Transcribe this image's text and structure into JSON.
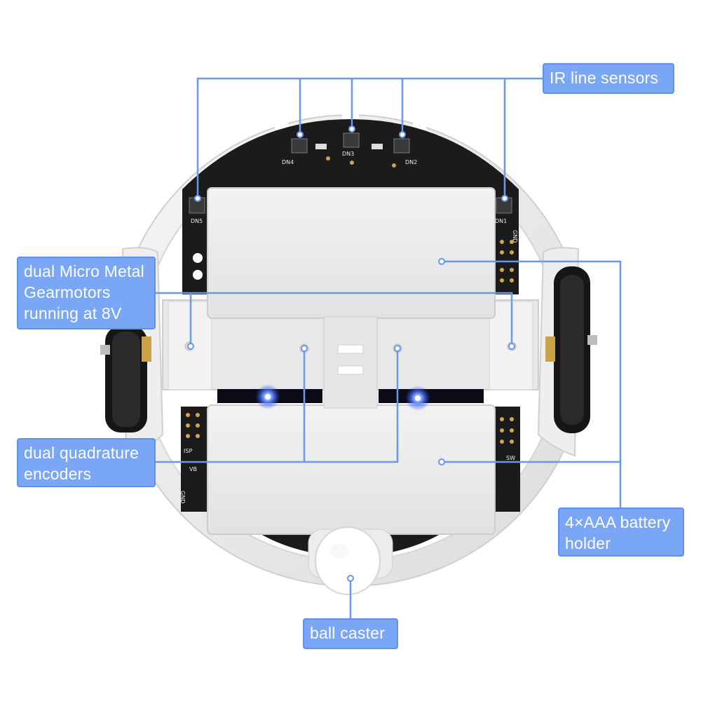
{
  "callouts": {
    "ir_sensors": "IR line sensors",
    "gearmotors": "dual Micro Metal\nGearmotors\nrunning at 8V",
    "encoders": "dual quadrature\nencoders",
    "battery": "4×AAA battery\nholder",
    "ball_caster": "ball caster"
  },
  "pcb_labels": {
    "dn1": "DN1",
    "dn2": "DN2",
    "dn3": "DN3",
    "dn4": "DN4",
    "dn5": "DN5",
    "isp": "ISP",
    "gnd_right": "GND",
    "gnd_left": "GND",
    "vb": "VB",
    "sw": "SW"
  },
  "colors": {
    "callout_fill": "#7aa6f6",
    "leader_line": "#6b97ef",
    "pcb": "#1a1a1a",
    "chassis": "#ececec",
    "led_blue": "#2a5cff"
  }
}
